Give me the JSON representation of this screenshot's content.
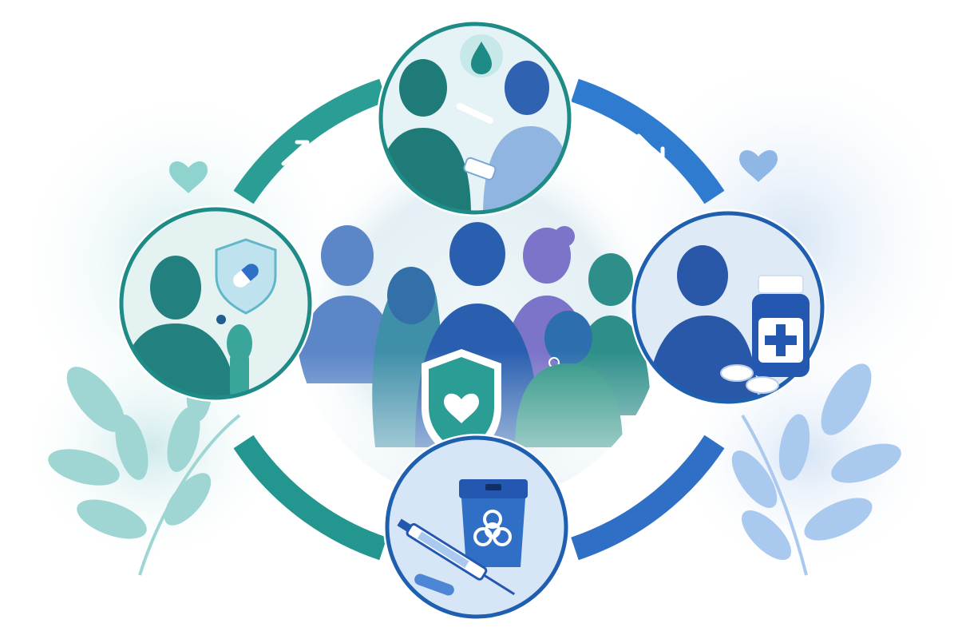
{
  "colors": {
    "background": "#ffffff",
    "wash_left": "#d6eef0",
    "wash_right": "#dbe8f6",
    "teal_dark": "#1d8b8a",
    "teal_mid": "#2ea59c",
    "teal_light": "#8fd3cf",
    "blue_dark": "#1f5fb0",
    "blue_mid": "#2f7bd0",
    "blue_light": "#a9c9ee",
    "purple": "#7b74c9",
    "center_glow": "#e6f1f6"
  },
  "icons": {
    "cycle": "cycle-ring-icon",
    "center": "shield-heart-icon",
    "top": "blood-drop-icon",
    "left": "shield-pill-icon",
    "right": "medicine-bottle-icon",
    "bottom": "biohazard-icon",
    "decor_hearts": "heart-icon",
    "decor_leaves": "leaf-sprig-icon"
  },
  "cycle_steps": [
    {
      "id": "testing",
      "icon": "blood-drop-icon"
    },
    {
      "id": "treatment",
      "icon": "medicine-bottle-icon"
    },
    {
      "id": "safe-disposal",
      "icon": "biohazard-icon"
    },
    {
      "id": "prevention",
      "icon": "shield-pill-icon"
    }
  ]
}
